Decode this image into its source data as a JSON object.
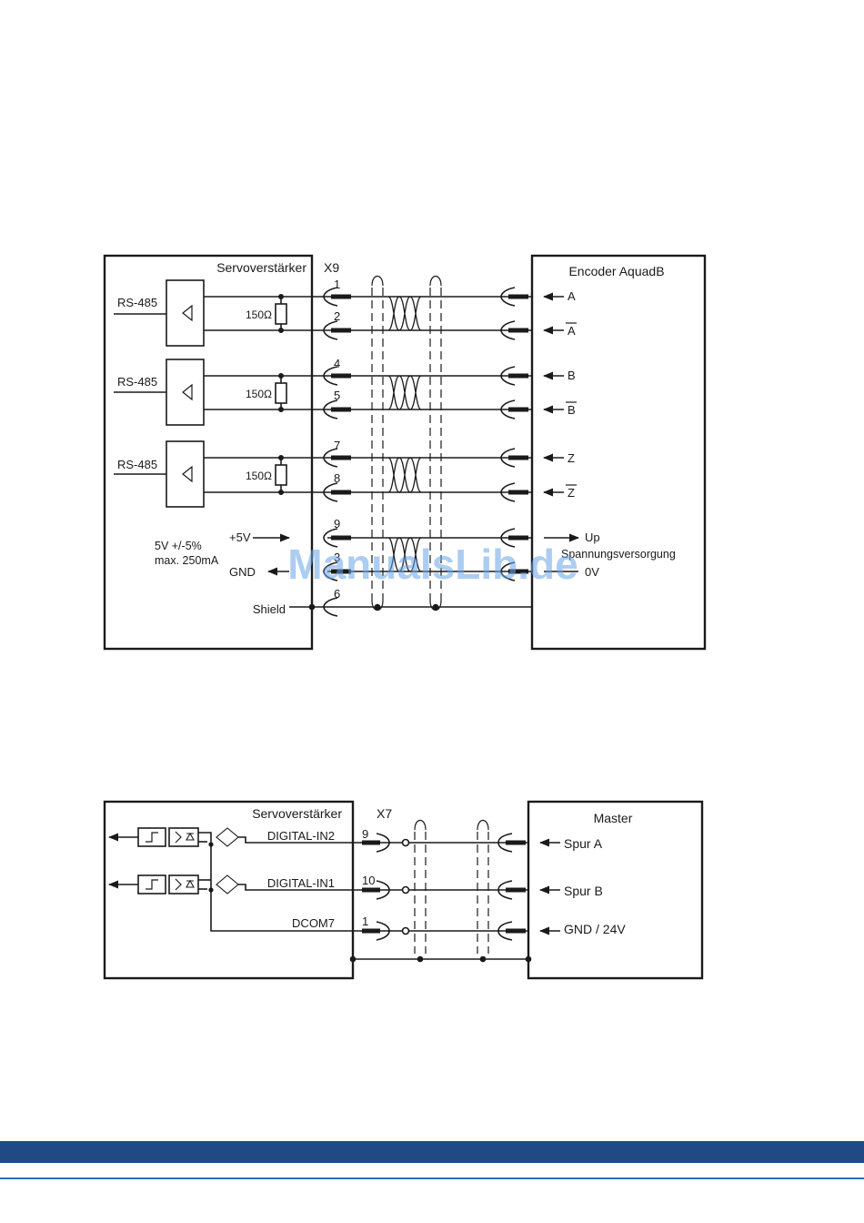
{
  "watermark": "ManualsLib.de",
  "diagram1": {
    "left_box_title": "Servoverstärker",
    "connector": "X9",
    "right_box_title": "Encoder AquadB",
    "channels": [
      {
        "interface": "RS-485",
        "resistor": "150Ω",
        "pins": [
          "1",
          "2"
        ],
        "signals": [
          "A",
          "A"
        ]
      },
      {
        "interface": "RS-485",
        "resistor": "150Ω",
        "pins": [
          "4",
          "5"
        ],
        "signals": [
          "B",
          "B"
        ]
      },
      {
        "interface": "RS-485",
        "resistor": "150Ω",
        "pins": [
          "7",
          "8"
        ],
        "signals": [
          "Z",
          "Z"
        ]
      }
    ],
    "supply": {
      "spec_line1": "5V +/-5%",
      "spec_line2": "max. 250mA",
      "plus_label": "+5V",
      "gnd_label": "GND",
      "pins": [
        "9",
        "3"
      ],
      "up_label": "Up",
      "supply_label": "Spannungsversorgung",
      "zero_label": "0V"
    },
    "shield": {
      "label": "Shield",
      "pin": "6"
    }
  },
  "diagram2": {
    "left_box_title": "Servoverstärker",
    "connector": "X7",
    "right_box_title": "Master",
    "rows": [
      {
        "input": "DIGITAL-IN2",
        "pin": "9",
        "signal": "Spur A"
      },
      {
        "input": "DIGITAL-IN1",
        "pin": "10",
        "signal": "Spur B"
      },
      {
        "input": "DCOM7",
        "pin": "1",
        "signal": "GND / 24V"
      }
    ]
  }
}
